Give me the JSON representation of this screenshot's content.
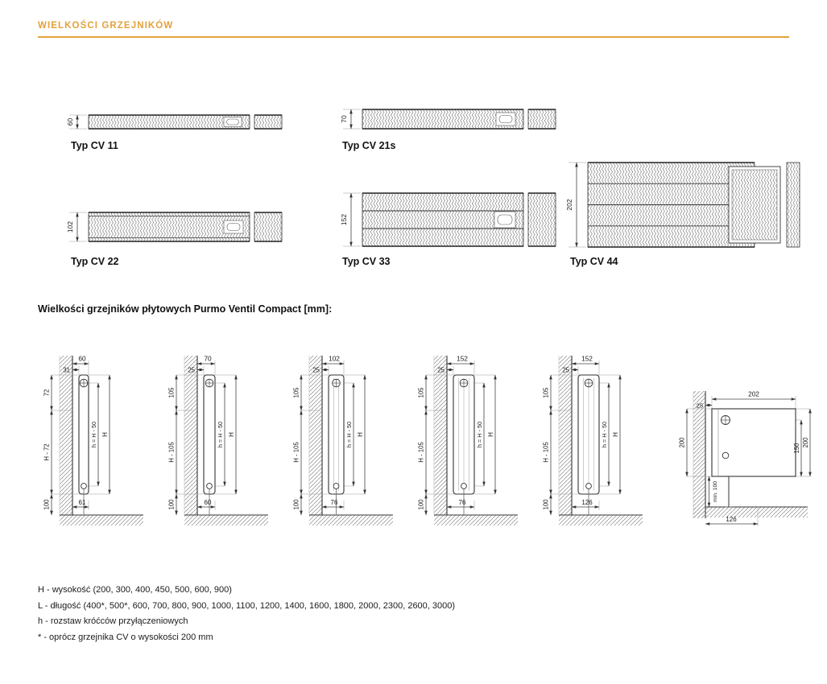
{
  "page": {
    "title": "WIELKOŚCI GRZEJNIKÓW"
  },
  "types": [
    {
      "label": "Typ CV 11",
      "depth": "60"
    },
    {
      "label": "Typ CV 21s",
      "depth": "70"
    },
    {
      "label": "Typ CV 22",
      "depth": "102"
    },
    {
      "label": "Typ CV 33",
      "depth": "152"
    },
    {
      "label": "Typ CV 44",
      "depth": "202"
    }
  ],
  "dimensions_section": {
    "heading": "Wielkości grzejników płytowych Purmo Ventil Compact [mm]:",
    "drawings": [
      {
        "depth": "60",
        "wall_gap": "31",
        "top_offset": "72",
        "height_minus": "H - 72",
        "pipe_spacing": "h = H - 50",
        "height": "H",
        "floor_clearance": "100",
        "bottom_depth": "61"
      },
      {
        "depth": "70",
        "wall_gap": "25",
        "top_offset": "105",
        "height_minus": "H - 105",
        "pipe_spacing": "h = H - 50",
        "height": "H",
        "floor_clearance": "100",
        "bottom_depth": "60"
      },
      {
        "depth": "102",
        "wall_gap": "25",
        "top_offset": "105",
        "height_minus": "H - 105",
        "pipe_spacing": "h = H - 50",
        "height": "H",
        "floor_clearance": "100",
        "bottom_depth": "76"
      },
      {
        "depth": "152",
        "wall_gap": "25",
        "top_offset": "105",
        "height_minus": "H - 105",
        "pipe_spacing": "h = H - 50",
        "height": "H",
        "floor_clearance": "100",
        "bottom_depth": "76"
      },
      {
        "depth": "152",
        "wall_gap": "25",
        "top_offset": "105",
        "height_minus": "H - 105",
        "pipe_spacing": "h = H - 50",
        "height": "H",
        "floor_clearance": "100",
        "bottom_depth": "126"
      }
    ],
    "corner_drawing": {
      "depth": "202",
      "wall_gap": "25",
      "left_height": "200",
      "inner_height": "150",
      "right_height": "200",
      "min_clearance": "min. 100",
      "bottom_depth": "126"
    }
  },
  "legend": [
    "H - wysokość (200, 300, 400, 450, 500, 600, 900)",
    "L - długość (400*, 500*, 600, 700, 800, 900, 1000, 1100, 1200, 1400, 1600, 1800, 2000, 2300, 2600, 3000)",
    "h - rozstaw króćców przyłączeniowych",
    "* - oprócz grzejnika CV o wysokości 200 mm"
  ]
}
